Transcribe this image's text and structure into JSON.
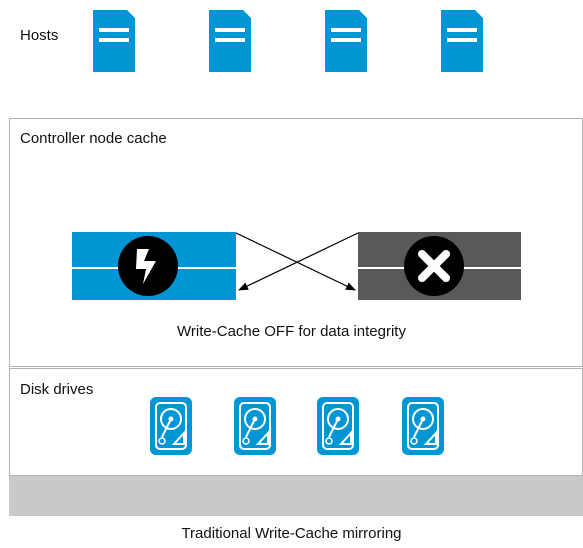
{
  "hosts": {
    "label": "Hosts",
    "count": 4,
    "icon": "server-icon",
    "color": "#0096d6"
  },
  "controller": {
    "label": "Controller node cache",
    "caption": "Write-Cache OFF for data integrity",
    "active_node": {
      "icon": "lightning-icon",
      "color": "#0096d6"
    },
    "failed_node": {
      "icon": "x-icon",
      "color": "#58595b"
    }
  },
  "disks": {
    "label": "Disk drives",
    "count": 4,
    "icon": "hard-drive-icon",
    "color": "#0096d6"
  },
  "title": "Traditional Write-Cache mirroring"
}
